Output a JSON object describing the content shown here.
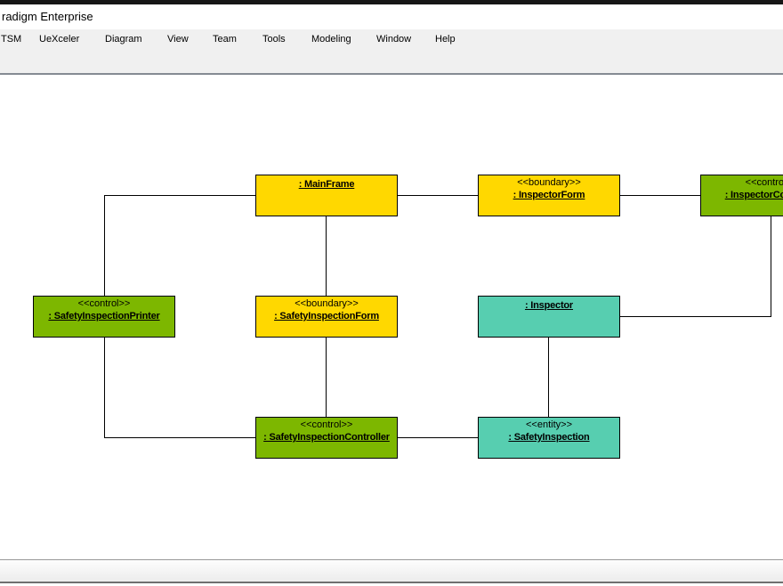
{
  "window": {
    "title": "radigm Enterprise"
  },
  "menu": {
    "items": [
      "TSM",
      "UeXceler",
      "Diagram",
      "View",
      "Team",
      "Tools",
      "Modeling",
      "Window",
      "Help"
    ]
  },
  "colors": {
    "boundary_yellow": "#ffd800",
    "control_green": "#7db700",
    "entity_teal": "#57ceb0",
    "connector_black": "#000000",
    "chrome_gray": "#f0f0f0"
  },
  "diagram": {
    "nodes": [
      {
        "stereotype": "",
        "name": ": MainFrame"
      },
      {
        "stereotype": "<<boundary>>",
        "name": ": InspectorForm"
      },
      {
        "stereotype": "<<control>>",
        "name": ": InspectorController"
      },
      {
        "stereotype": "<<control>>",
        "name": ": SafetyInspectionPrinter"
      },
      {
        "stereotype": "<<boundary>>",
        "name": ": SafetyInspectionForm"
      },
      {
        "stereotype": "",
        "name": ": Inspector"
      },
      {
        "stereotype": "<<control>>",
        "name": ": SafetyInspectionController"
      },
      {
        "stereotype": "<<entity>>",
        "name": ": SafetyInspection"
      }
    ]
  }
}
